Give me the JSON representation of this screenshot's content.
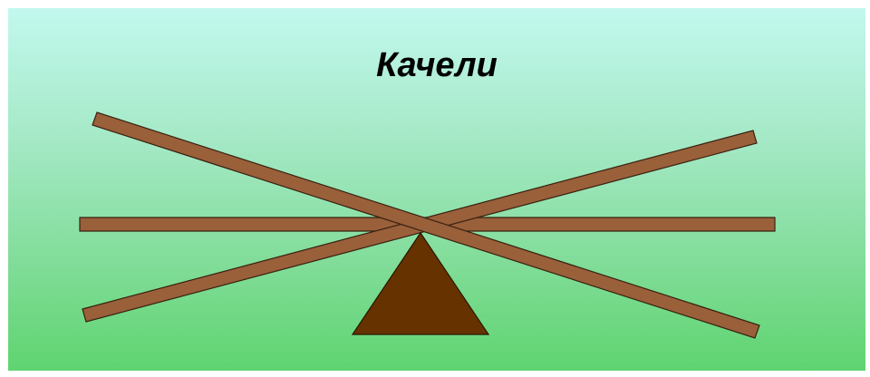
{
  "slide": {
    "title": "Качели"
  },
  "colors": {
    "plank_fill": "#99603a",
    "plank_stroke": "#3a2010",
    "fulcrum_fill": "#663300",
    "fulcrum_stroke": "#2a1400"
  },
  "diagram": {
    "planks": [
      {
        "name": "plank-tilted-left-down"
      },
      {
        "name": "plank-level"
      },
      {
        "name": "plank-tilted-right-down"
      }
    ],
    "fulcrum": {
      "shape": "triangle"
    }
  }
}
